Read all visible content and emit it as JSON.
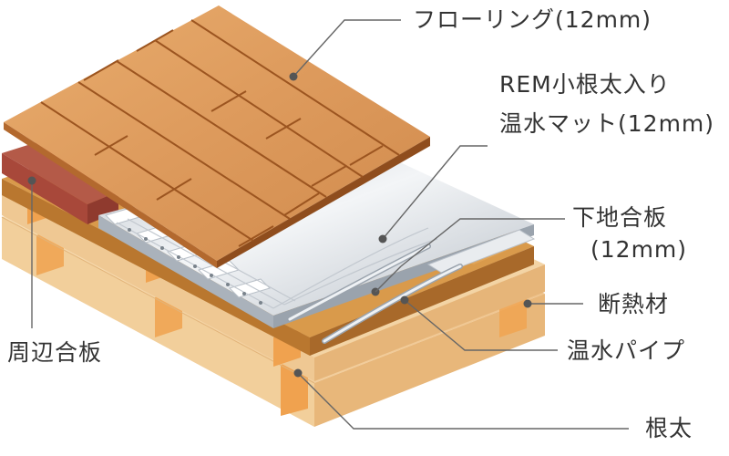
{
  "labels": {
    "flooring": "フローリング(12mm)",
    "mat_line1": "REM小根太入り",
    "mat_line2": "温水マット(12mm)",
    "subfloor_line1": "下地合板",
    "subfloor_line2": "(12mm)",
    "insulation": "断熱材",
    "pipe": "温水パイプ",
    "perimeter": "周辺合板",
    "joist": "根太"
  },
  "colors": {
    "wood": "#dd9a5c",
    "wood_dark": "#9c5520",
    "perimeter_plywood": "#a8483a",
    "sub_plywood": "#c98a3c",
    "insulation": "#f4d3a2",
    "joist": "#f0a24f",
    "mat": "#d9dde2",
    "leader": "#666666"
  }
}
